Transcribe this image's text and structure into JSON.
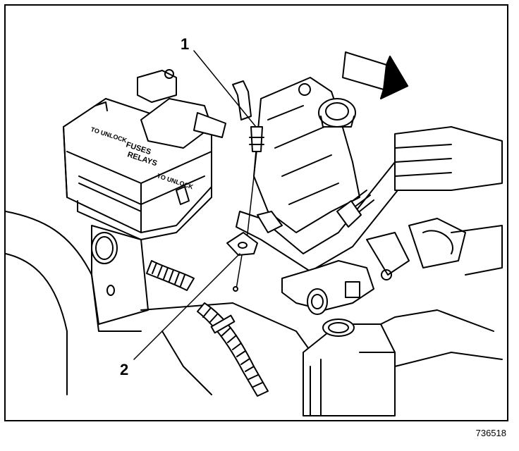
{
  "callouts": {
    "one": "1",
    "two": "2"
  },
  "fuse_box": {
    "unlock_top": "TO UNLOCK",
    "title_line1": "FUSES",
    "title_line2": "RELAYS",
    "unlock_bottom": "TO UNLOCK"
  },
  "figure_id": "736518"
}
